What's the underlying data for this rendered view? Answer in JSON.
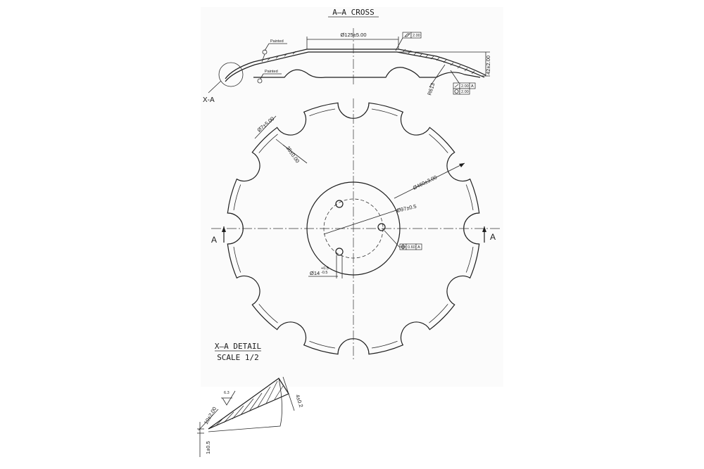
{
  "section_title": "A–A CROSS",
  "detail_title": "X–A DETAIL",
  "detail_scale": "SCALE 1/2",
  "section_marker": "A",
  "detail_marker": "X-A",
  "notes": {
    "painted": "Painted"
  },
  "dimensions": {
    "flat_diameter": "Ø125±5.00",
    "depth": "42±2.00",
    "sphere_radius": "R613",
    "outer_diameter": "Ø460±3.00",
    "notch_diameter": "Ø7±5.00",
    "notch_depth": "35±0.00",
    "bolt_circle": "Ø97±0.5",
    "hole_diameter": "Ø14",
    "hole_tol_upper": "+0.5",
    "hole_tol_lower": "-0.5",
    "edge_angle": "10±2.00",
    "thickness": "4±0.2",
    "edge_thickness": "1±0.5",
    "roughness": "6.3"
  },
  "tolerances": {
    "flatness": "2.00",
    "runout": "2.00",
    "runout_datum": "A",
    "circularity": "2.00",
    "position": "0.60",
    "position_datum": "A"
  }
}
